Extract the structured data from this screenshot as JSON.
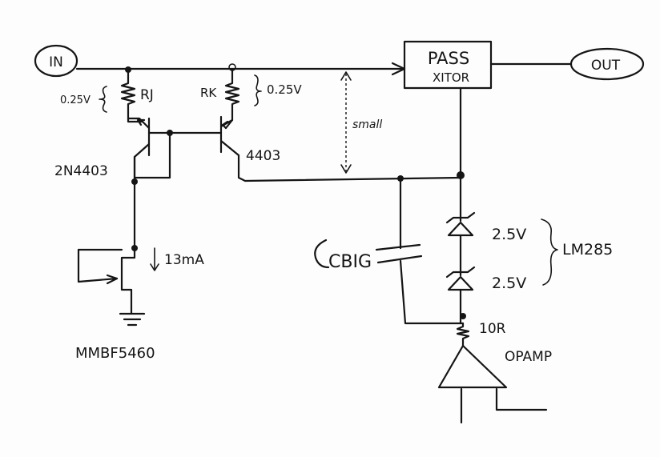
{
  "diagram": {
    "input_label": "IN",
    "output_label": "OUT",
    "pass_label_line1": "PASS",
    "pass_label_line2": "XITOR",
    "rj_voltage": "0.25V",
    "rj_label": "RJ",
    "rk_label": "RK",
    "rk_voltage": "0.25V",
    "small_label": "small",
    "transistor_left_label": "2N4403",
    "transistor_right_label": "4403",
    "current_label": "13mA",
    "jfet_label": "MMBF5460",
    "cap_label": "CBIG",
    "zener_top_label": "2.5V",
    "zener_bottom_label": "2.5V",
    "zener_group_label": "LM285",
    "resistor_label": "10R",
    "opamp_label": "OPAMP"
  }
}
